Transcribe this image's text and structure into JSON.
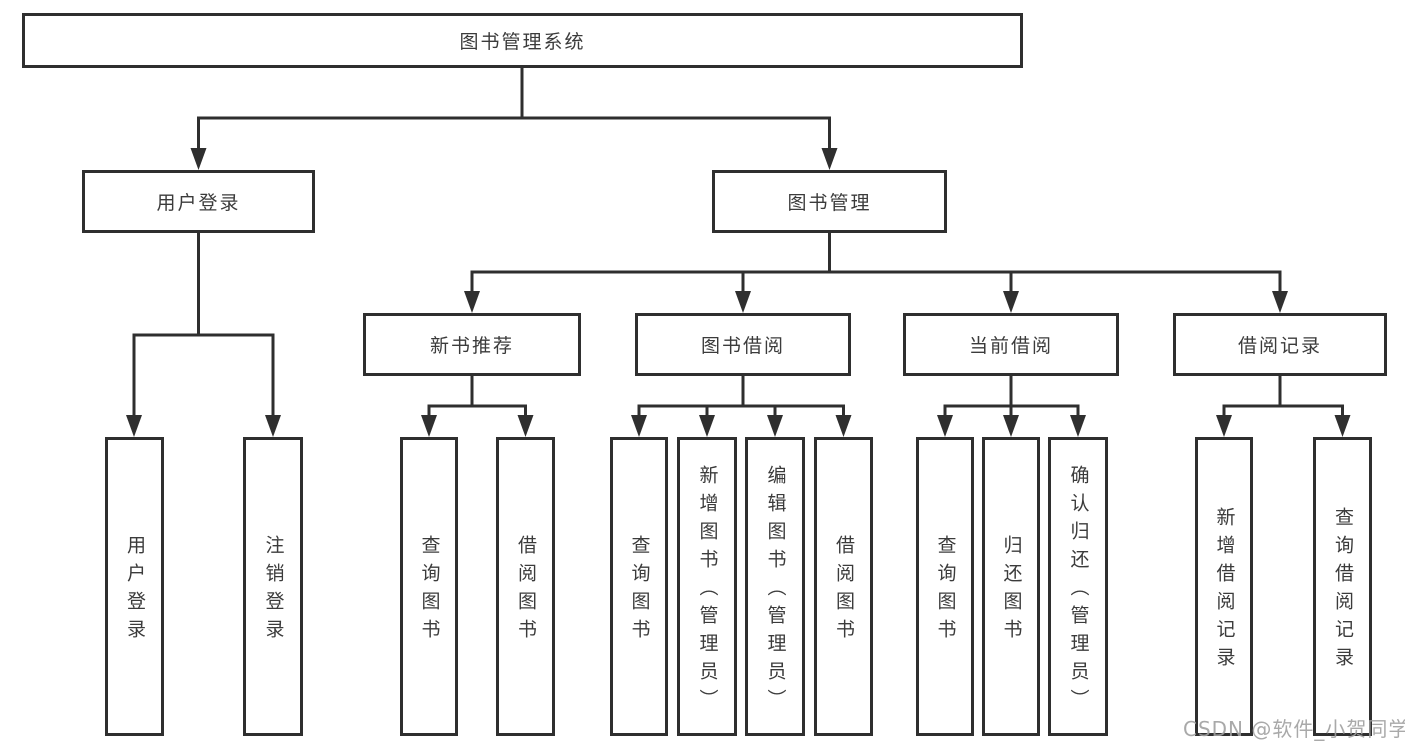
{
  "title": "图书管理系统",
  "tree": {
    "root": {
      "label": "图书管理系统"
    },
    "branches": [
      {
        "label": "用户登录",
        "children": [
          {
            "label": "用户登录"
          },
          {
            "label": "注销登录"
          }
        ]
      },
      {
        "label": "图书管理",
        "children": [
          {
            "label": "新书推荐",
            "children": [
              {
                "label": "查询图书"
              },
              {
                "label": "借阅图书"
              }
            ]
          },
          {
            "label": "图书借阅",
            "children": [
              {
                "label": "查询图书"
              },
              {
                "label": "新增图书（管理员）"
              },
              {
                "label": "编辑图书（管理员）"
              },
              {
                "label": "借阅图书"
              }
            ]
          },
          {
            "label": "当前借阅",
            "children": [
              {
                "label": "查询图书"
              },
              {
                "label": "归还图书"
              },
              {
                "label": "确认归还（管理员）"
              }
            ]
          },
          {
            "label": "借阅记录",
            "children": [
              {
                "label": "新增借阅记录"
              },
              {
                "label": "查询借阅记录"
              }
            ]
          }
        ]
      }
    ]
  },
  "watermark": {
    "text": "CSDN @软件_小贺同学"
  },
  "colors": {
    "line": "#2f2f2f",
    "text": "#3b3b3b",
    "box_background": "#ffffff",
    "page_background": "#ffffff",
    "watermark": "#a0a0a0"
  }
}
